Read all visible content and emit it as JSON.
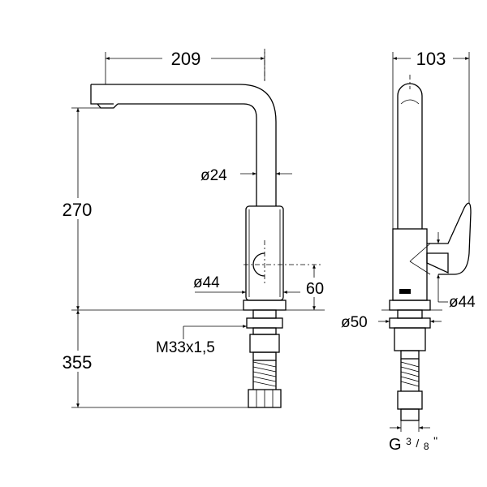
{
  "dimensions": {
    "spout_reach": "209",
    "side_depth": "103",
    "height_above_deck": "270",
    "height_below_deck": "355",
    "spout_diameter": "ø24",
    "body_diameter": "ø44",
    "side_body_diameter": "ø44",
    "deck_hole_diameter": "ø50",
    "body_height": "60",
    "thread": "M33x1,5",
    "hose_connection_main": "G",
    "hose_connection_sup": "3",
    "hose_connection_slash": "/",
    "hose_connection_sub": "8",
    "hose_connection_mark": "\""
  }
}
